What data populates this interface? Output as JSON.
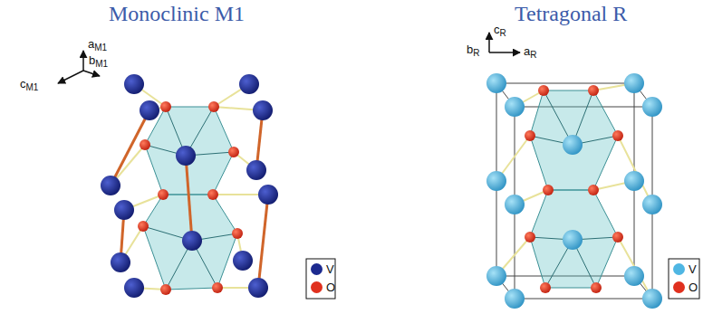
{
  "diagram": {
    "labels": [
      "Monoclinic M1",
      "aM1",
      "bM1",
      "cM1",
      "Tetragonal R",
      "cR",
      "bR",
      "aR"
    ],
    "legend": [
      {
        "text": "V",
        "color": "#1c2a8f"
      },
      {
        "text": "O",
        "color": "#e0301e"
      },
      {
        "text": "V",
        "color": "#4fb6e3"
      },
      {
        "text": "O",
        "color": "#e0301e"
      }
    ]
  }
}
